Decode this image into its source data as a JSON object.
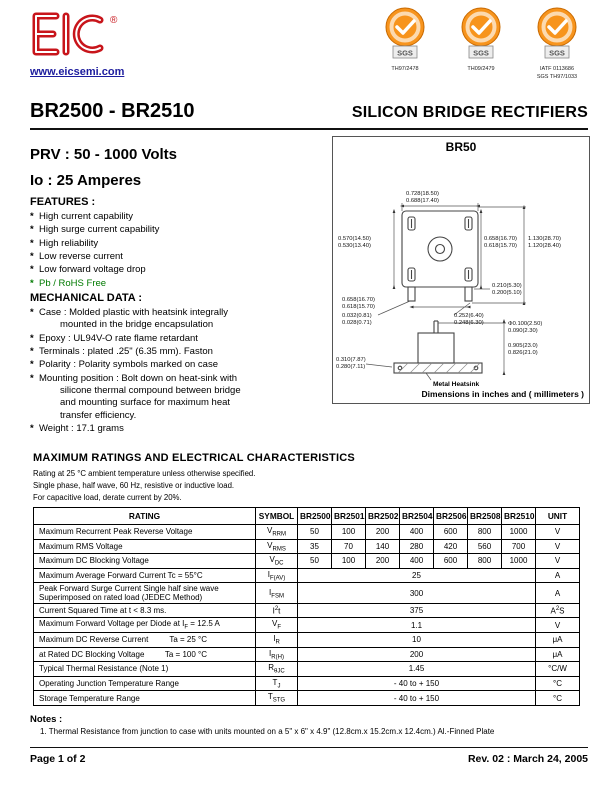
{
  "header": {
    "logo_text": "EIC",
    "registered": "®",
    "website": "www.eicsemi.com",
    "badges": [
      {
        "sgs": "SGS",
        "caption": "TH97/2478"
      },
      {
        "sgs": "SGS",
        "caption": "TH09/2479"
      },
      {
        "sgs": "SGS",
        "caption": "IATF 0113686",
        "caption2": "SGS TH97/1033"
      }
    ]
  },
  "title": {
    "part_range": "BR2500 - BR2510",
    "product": "SILICON BRIDGE RECTIFIERS"
  },
  "specs": {
    "prv": "PRV : 50 - 1000 Volts",
    "io": "Io : 25 Amperes"
  },
  "features": {
    "heading": "FEATURES :",
    "items": [
      {
        "text": "High current capability"
      },
      {
        "text": "High surge current capability"
      },
      {
        "text": "High reliability"
      },
      {
        "text": "Low reverse current"
      },
      {
        "text": "Low forward voltage drop"
      },
      {
        "text": "Pb / RoHS Free",
        "green": true
      }
    ]
  },
  "mechanical": {
    "heading": "MECHANICAL  DATA :",
    "items": [
      {
        "lines": [
          "Case : Molded plastic with heatsink integrally",
          "mounted in the bridge encapsulation"
        ]
      },
      {
        "lines": [
          "Epoxy : UL94V-O rate flame retardant"
        ]
      },
      {
        "lines": [
          "Terminals : plated .25\" (6.35 mm). Faston"
        ]
      },
      {
        "lines": [
          "Polarity : Polarity symbols marked on case"
        ]
      },
      {
        "lines": [
          "Mounting  position : Bolt down on heat-sink with",
          "silicone thermal compound between bridge",
          "and mounting surface for maximum heat",
          "transfer efficiency."
        ]
      },
      {
        "lines": [
          "Weight :  17.1 grams"
        ]
      }
    ]
  },
  "diagram": {
    "title": "BR50",
    "heatsink_label": "Metal Heatsink",
    "caption": "Dimensions in inches and ( millimeters )",
    "dims": {
      "top_w1": "0.728(18.50)",
      "top_w2": "0.688(17.40)",
      "left_h1": "0.570(14.50)",
      "left_h2": "0.530(13.40)",
      "right_h1": "0.658(16.70)",
      "right_h2": "0.618(15.70)",
      "overall1": "1.130(28.70)",
      "overall2": "1.120(28.40)",
      "tab1": "0.210(5.30)",
      "tab2": "0.200(5.10)",
      "pitch1": "0.658(16.70)",
      "pitch2": "0.618(15.70)",
      "thk1": "0.032(0.81)",
      "thk2": "0.028(0.71)",
      "term1": "0.252(6.40)",
      "term2": "0.248(6.30)",
      "hole1": "Φ0.100(2.50)",
      "hole2": "0.090(2.30)",
      "h1": "0.905(23.0)",
      "h2": "0.826(21.0)",
      "base1": "0.310(7.87)",
      "base2": "0.280(7.11)"
    }
  },
  "ratings": {
    "heading": "MAXIMUM  RATINGS  AND  ELECTRICAL  CHARACTERISTICS",
    "conditions": [
      "Rating at  25 °C ambient temperature unless otherwise specified.",
      "Single phase, half wave, 60 Hz, resistive or inductive load.",
      "For capacitive load, derate current by 20%."
    ],
    "table": {
      "headers": [
        "RATING",
        "SYMBOL",
        "BR2500",
        "BR2501",
        "BR2502",
        "BR2504",
        "BR2506",
        "BR2508",
        "BR2510",
        "UNIT"
      ],
      "rows": [
        {
          "rating": "Maximum Recurrent Peak Reverse Voltage",
          "symbol": "V~RRM~",
          "values": [
            "50",
            "100",
            "200",
            "400",
            "600",
            "800",
            "1000"
          ],
          "unit": "V"
        },
        {
          "rating": "Maximum RMS Voltage",
          "symbol": "V~RMS~",
          "values": [
            "35",
            "70",
            "140",
            "280",
            "420",
            "560",
            "700"
          ],
          "unit": "V"
        },
        {
          "rating": "Maximum DC Blocking Voltage",
          "symbol": "V~DC~",
          "values": [
            "50",
            "100",
            "200",
            "400",
            "600",
            "800",
            "1000"
          ],
          "unit": "V"
        },
        {
          "rating": "Maximum Average Forward Current Tc = 55°C",
          "symbol": "I~F(AV)~",
          "value": "25",
          "unit": "A"
        },
        {
          "rating": "Peak Forward Surge Current Single half sine wave",
          "rating2": "Superimposed on rated load (JEDEC Method)",
          "symbol": "I~FSM~",
          "value": "300",
          "unit": "A"
        },
        {
          "rating": "Current Squared Time at  t < 8.3 ms.",
          "symbol": "I^2^t",
          "value": "375",
          "unit": "A^2^S"
        },
        {
          "rating": "Maximum Forward Voltage per Diode at I~F~ = 12.5 A",
          "symbol": "V~F~",
          "value": "1.1",
          "unit": "V"
        },
        {
          "rating": "Maximum DC Reverse Current",
          "rating_right": "Ta = 25 °C",
          "symbol": "I~R~",
          "value": "10",
          "unit": "μA"
        },
        {
          "rating": "at Rated DC Blocking Voltage",
          "rating_right": "Ta = 100 °C",
          "symbol": "I~R(H)~",
          "value": "200",
          "unit": "μA"
        },
        {
          "rating": "Typical Thermal Resistance (Note 1)",
          "symbol": "R~θJC~",
          "value": "1.45",
          "unit": "°C/W"
        },
        {
          "rating": "Operating Junction Temperature Range",
          "symbol": "T~J~",
          "value": "- 40 to + 150",
          "unit": "°C"
        },
        {
          "rating": "Storage Temperature Range",
          "symbol": "T~STG~",
          "value": "- 40 to + 150",
          "unit": "°C"
        }
      ]
    }
  },
  "notes": {
    "heading": "Notes :",
    "items": [
      "1. Thermal Resistance from junction to case with units mounted on a 5\" x 6\" x 4.9\" (12.8cm.x 15.2cm.x 12.4cm.) Al.-Finned Plate"
    ]
  },
  "footer": {
    "page": "Page 1 of 2",
    "rev": "Rev. 02 : March 24, 2005"
  }
}
